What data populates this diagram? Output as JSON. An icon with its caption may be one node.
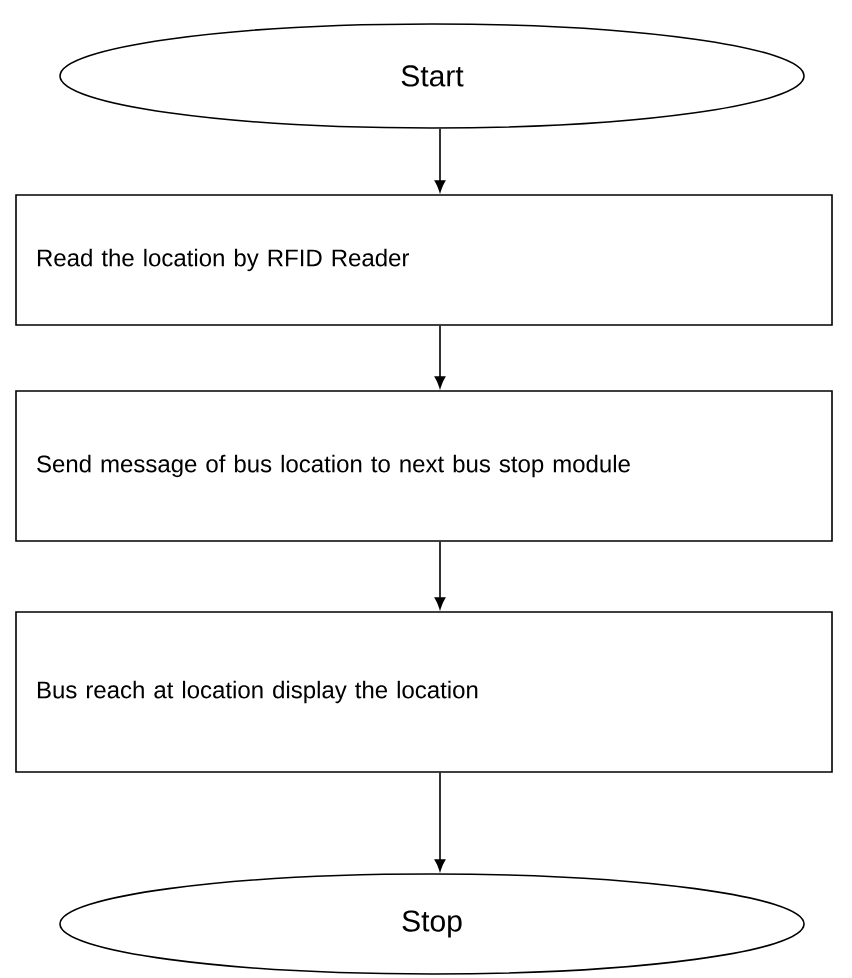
{
  "diagram": {
    "nodes": [
      {
        "text": [
          "Start"
        ]
      },
      {
        "text": [
          "Read the location by RFID Reader"
        ]
      },
      {
        "text": [
          "Send message of bus location to next bus stop module"
        ]
      },
      {
        "text": [
          "Bus reach at location   display the location"
        ]
      },
      {
        "text": [
          "Stop"
        ]
      }
    ],
    "edges": [
      {
        "from": 0,
        "to": 1,
        "arrow": "to"
      },
      {
        "from": 1,
        "to": 2,
        "arrow": "to"
      },
      {
        "from": 2,
        "to": 3,
        "arrow": "to"
      },
      {
        "from": 3,
        "to": 4,
        "arrow": "to"
      }
    ]
  }
}
